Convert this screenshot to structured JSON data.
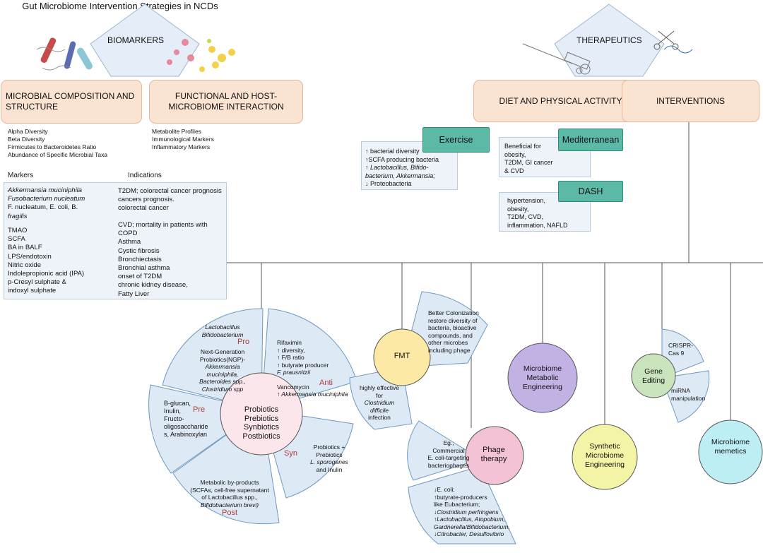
{
  "title": "Gut Microbiome Intervention Strategies in NCDs",
  "biomarkers": {
    "label": "BIOMARKERS",
    "composition": {
      "label": "MICROBIAL COMPOSITION AND STRUCTURE",
      "items": [
        "Alpha Diversity",
        "Beta Diversity",
        "Firmicutes to Bacteroidetes Ratio",
        "Abundance of Specific Microbial Taxa"
      ]
    },
    "functional": {
      "label": "FUNCTIONAL AND HOST- MICROBIOME INTERACTION",
      "items": [
        "Metabolite Profiles",
        "Immunological Markers",
        "Inflammatory Markers"
      ]
    },
    "markers_header": "Markers",
    "indications_header": "Indications",
    "markers_microbes": [
      "Akkermansia muciniphila",
      "Fusobacterium nucleatum",
      "F. nucleatum, E. coli, B.",
      "fragilis"
    ],
    "indications_microbes": [
      "T2DM; colorectal cancer prognosis",
      "cancers prognosis.",
      "colorectal cancer"
    ],
    "markers_metabolites": [
      "TMAO",
      "SCFA",
      "BA in BALF",
      "LPS/endotoxin",
      "Nitric oxide",
      "Indolepropionic acid (IPA)",
      "p-Cresyl sulphate &",
      "indoxyl sulphate"
    ],
    "indications_metabolites": [
      "CVD;  mortality in patients with",
      "COPD",
      "Asthma",
      "Cystic fibrosis",
      "Bronchiectasis",
      "Bronchial asthma",
      "onset of T2DM",
      "chronic kidney disease,",
      "Fatty Liver"
    ]
  },
  "therapeutics": {
    "label": "THERAPEUTICS",
    "diet": {
      "label": "DIET AND PHYSICAL ACTIVITY"
    },
    "interventions": {
      "label": "INTERVENTIONS"
    },
    "exercise": {
      "label": "Exercise",
      "lines": [
        "↑ bacterial diversity",
        "↑SCFA producing bacteria",
        "↑ Lactobacillus, Bifido-",
        "bacterium, Akkermansia;",
        "↓ Proteobacteria"
      ]
    },
    "mediterranean": {
      "label": "Mediterranean",
      "lines": [
        "Beneficial for",
        "obesity,",
        "T2DM, GI cancer",
        "& CVD"
      ]
    },
    "dash": {
      "label": "DASH",
      "lines": [
        "hypertension,",
        "obesity,",
        "T2DM, CVD,",
        "inflammation, NAFLD"
      ]
    }
  },
  "biotics": {
    "center": [
      "Probiotics",
      "Prebiotics",
      "Synbiotics",
      "Postbiotics"
    ],
    "pro": {
      "label": "Pro",
      "lines": [
        "Lactobacillus",
        "Bifidobacterium",
        "",
        "Next-Generation",
        "Probiotics(NGP)-",
        "Akkermansia",
        "muciniphila,",
        "Bacteroides spp.,",
        "Clostridium spp"
      ]
    },
    "anti": {
      "label": "Anti",
      "lines": [
        "Rifaximin",
        "↑ diversity,",
        "↑ F/B ratio",
        "↑ butyrate producer",
        "F. prausnitzii",
        "",
        "Vancomycin",
        "↑ Akkermansia muciniphila"
      ]
    },
    "pre": {
      "label": "Pre",
      "lines": [
        "B-glucan,",
        "Inulin,",
        "Fructo-",
        "oligosaccharide",
        "s, Arabinoxylan"
      ]
    },
    "syn": {
      "label": "Syn",
      "lines": [
        "Probiotics +",
        "Prebiotics",
        "L. sporogenes",
        "and Inulin"
      ]
    },
    "post": {
      "label": "Post",
      "lines": [
        "Metabolic by-products",
        "(SCFAs, cell-free supernatant",
        "of Lactobacillus spp.,",
        "Bifidobacterium brevi)"
      ]
    }
  },
  "fmt": {
    "label": "FMT",
    "top": [
      "Better Colonization",
      "restore diversity of",
      "bacteria, bioactive",
      "compounds, and",
      "other microbes",
      "including  phage"
    ],
    "bottom": [
      "highly effective",
      "for",
      "Clostridium",
      "difficile",
      "infection"
    ]
  },
  "phage": {
    "label": [
      "Phage",
      "therapy"
    ],
    "top": [
      "Eg.,",
      "Commercial",
      "E. coli-targeting",
      "bacteriophages"
    ],
    "bottom": [
      "↓E. coli;",
      "↑butyrate-producers",
      "like Eubacterium;",
      "↓Clostridium perfringens",
      "↑Lactobacillus, Atopobium,",
      "Gardnerella/Bifidobacterium,",
      "↓Citrobacter, Desulfovibrio"
    ]
  },
  "metabolic": {
    "label": [
      "Microbiome",
      "Metabolic",
      "Engineering"
    ]
  },
  "synthetic": {
    "label": [
      "Synthetic",
      "Microbiome",
      "Engineering"
    ]
  },
  "gene": {
    "label": [
      "Gene",
      "Editing"
    ],
    "top": [
      "CRISPR-",
      "Cas 9"
    ],
    "bottom": [
      "miRNA",
      "manipulation"
    ]
  },
  "memetics": {
    "label": [
      "Microbiome",
      "memetics"
    ]
  },
  "colors": {
    "peach": "#fbe3d2",
    "teal": "#5cb9a6",
    "fmt": "#fde9a6",
    "metabolic": "#c2b2e3",
    "phage": "#f4c2d5",
    "synthetic": "#f4f4a6",
    "gene": "#c9e3bd",
    "memetics": "#bdeef4",
    "fan": "#dde9f5",
    "biotics": "#fbe6ec"
  }
}
